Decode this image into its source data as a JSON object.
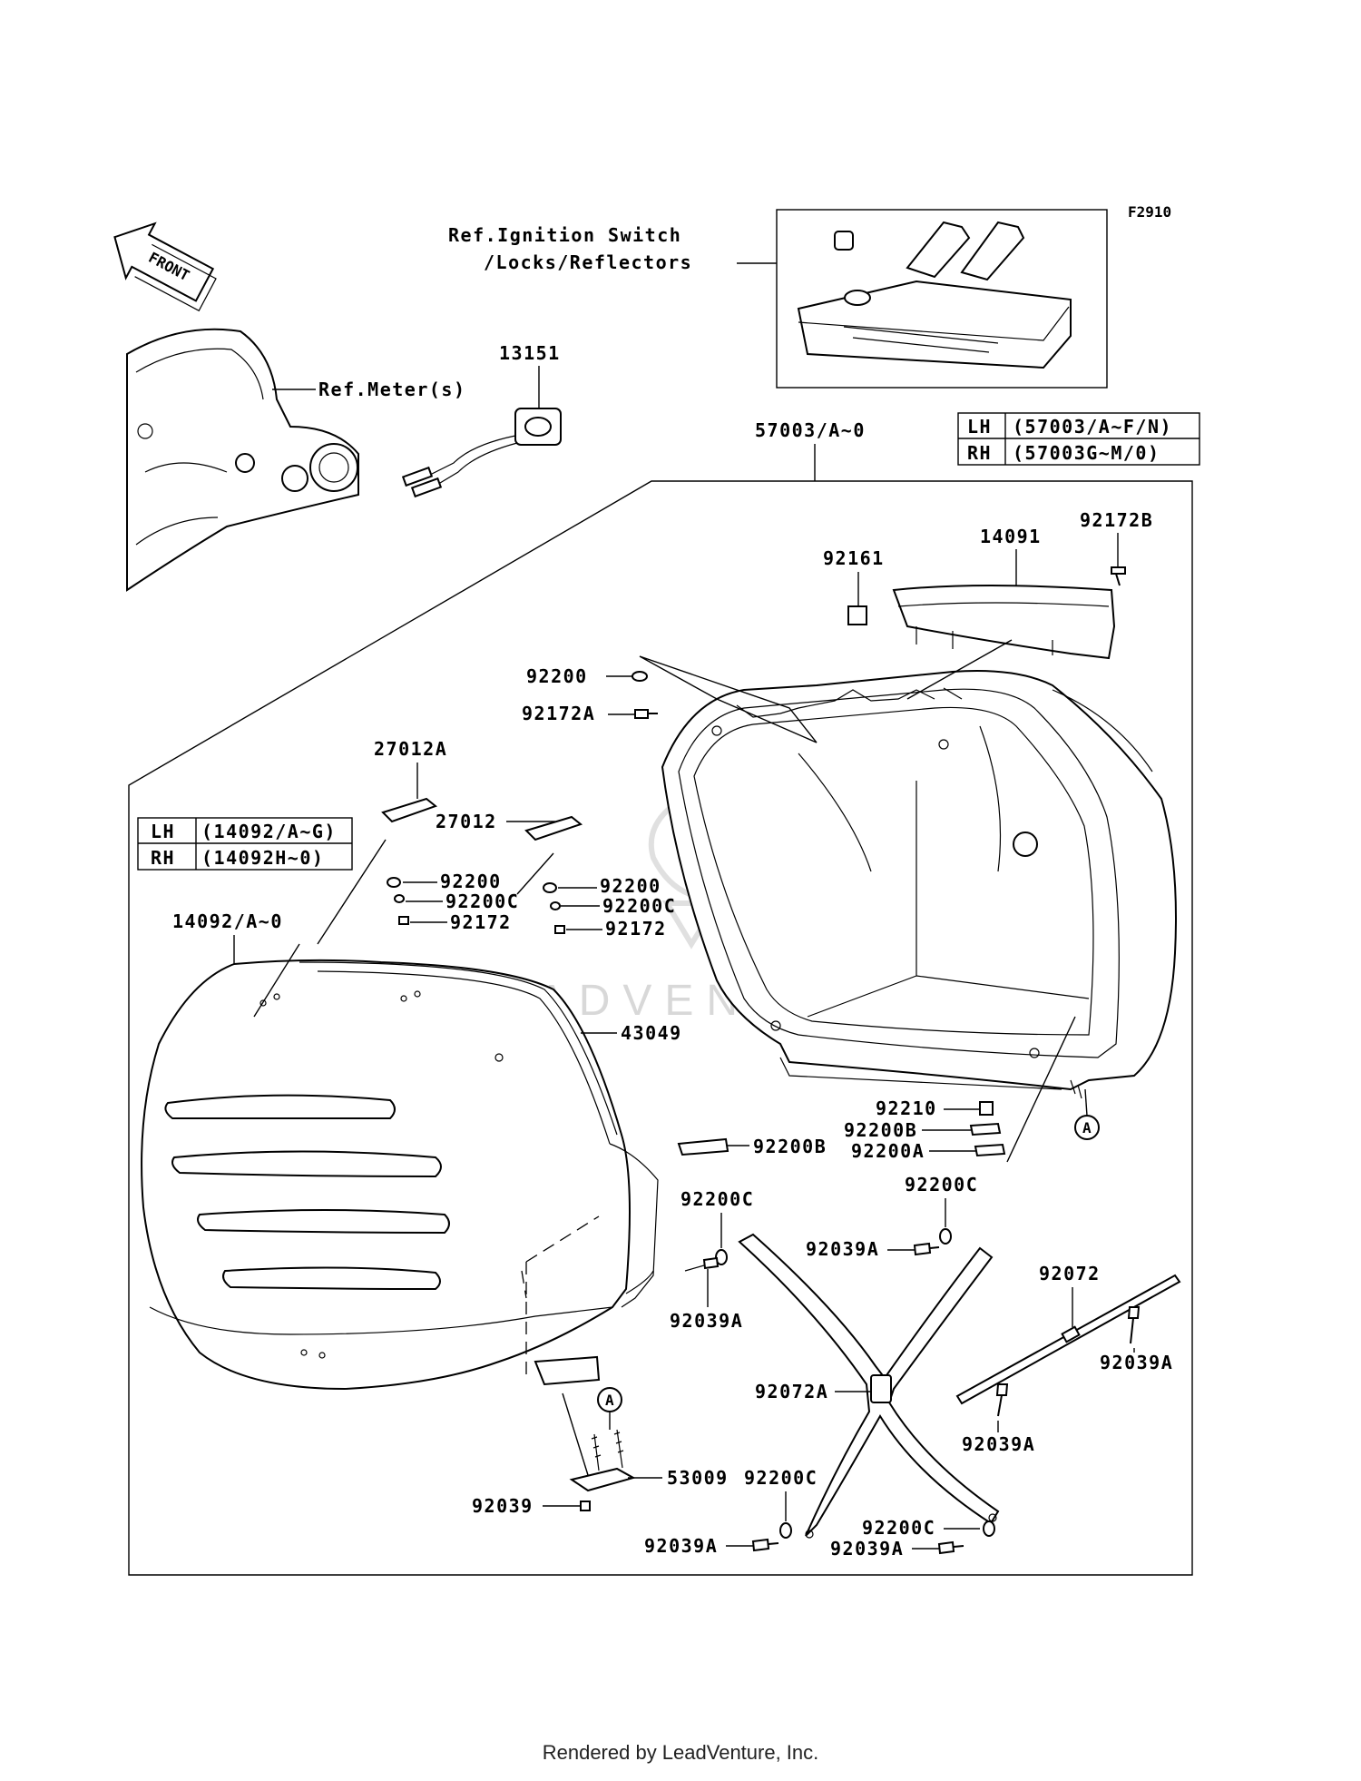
{
  "figure_code": "F2910",
  "ref_labels": {
    "ignition": [
      "Ref.Ignition Switch",
      "/Locks/Reflectors"
    ],
    "meter": "Ref.Meter(s)"
  },
  "front_label": "FRONT",
  "watermark": "LEADVENTURE",
  "case_tables": {
    "top": {
      "rows": [
        {
          "side": "LH",
          "range": "(57003/A~F/N)"
        },
        {
          "side": "RH",
          "range": "(57003G~M/0)"
        }
      ]
    },
    "left": {
      "rows": [
        {
          "side": "LH",
          "range": "(14092/A~G)"
        },
        {
          "side": "RH",
          "range": "(14092H~0)"
        }
      ]
    }
  },
  "callout_letter": "A",
  "parts": {
    "p13151": "13151",
    "p57003": "57003/A~0",
    "p92161": "92161",
    "p14091": "14091",
    "p92172B": "92172B",
    "p92200_top": "92200",
    "p92172A": "92172A",
    "p27012A": "27012A",
    "p27012": "27012",
    "p92200_l": "92200",
    "p92200C_l": "92200C",
    "p92172_l": "92172",
    "p92200_r": "92200",
    "p92200C_r": "92200C",
    "p92172_r": "92172",
    "p14092": "14092/A~0",
    "p43049": "43049",
    "p92210": "92210",
    "p92200B_r": "92200B",
    "p92200A": "92200A",
    "p92200B_m": "92200B",
    "p92200C_a": "92200C",
    "p92039A_a": "92039A",
    "p92200C_b": "92200C",
    "p92039A_b": "92039A",
    "p92072": "92072",
    "p92039A_c": "92039A",
    "p92072A": "92072A",
    "p92039A_d": "92039A",
    "p53009": "53009",
    "p92039": "92039",
    "p92200C_c": "92200C",
    "p92039A_e": "92039A",
    "p92200C_d": "92200C",
    "p92039A_f": "92039A"
  },
  "footer": "Rendered by LeadVenture, Inc."
}
